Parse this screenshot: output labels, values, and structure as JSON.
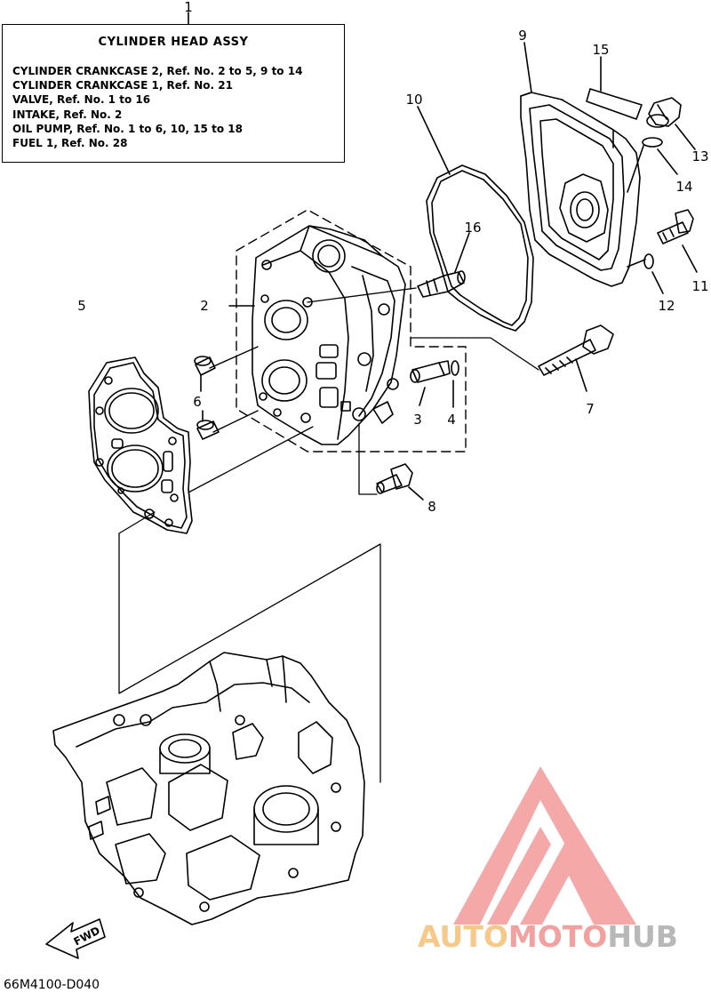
{
  "reference_box": {
    "callout": "1",
    "title": "CYLINDER HEAD ASSY",
    "lines": [
      "CYLINDER CRANKCASE 2, Ref. No. 2 to 5, 9 to 14",
      "CYLINDER CRANKCASE 1, Ref. No. 21",
      "VALVE, Ref. No. 1 to 16",
      "INTAKE, Ref. No. 2",
      "OIL PUMP,  Ref. No. 1 to 6, 10, 15 to 18",
      "FUEL 1,  Ref. No. 28"
    ]
  },
  "callouts": {
    "c2": "2",
    "c3": "3",
    "c4": "4",
    "c5": "5",
    "c6": "6",
    "c7": "7",
    "c8": "8",
    "c9": "9",
    "c10": "10",
    "c11": "11",
    "c12": "12",
    "c13": "13",
    "c14": "14",
    "c15": "15",
    "c16": "16"
  },
  "fwd_label": "FWD",
  "doc_code": "66M4100-D040",
  "watermark": {
    "part1": "AUTO",
    "part2": "MOTO",
    "part3": "HUB",
    "colors": [
      "#f5c98a",
      "#f3a0a0",
      "#b8b8b8"
    ]
  }
}
